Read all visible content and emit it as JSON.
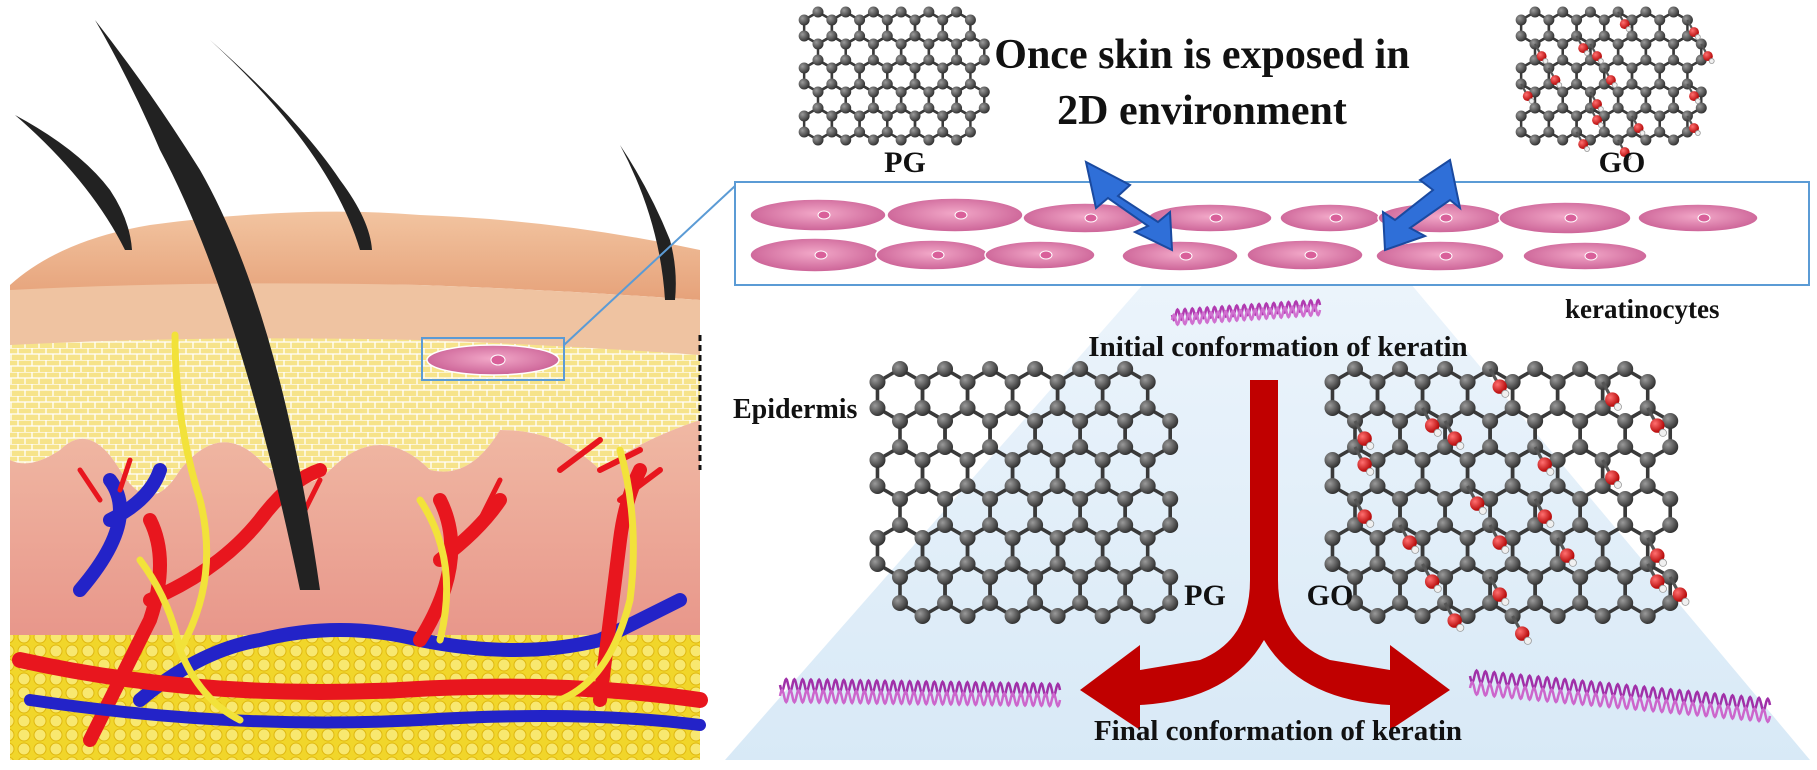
{
  "title": {
    "line1": "Once skin is exposed in",
    "line2": "2D environment"
  },
  "labels": {
    "pg_top": "PG",
    "go_top": "GO",
    "keratinocytes": "keratinocytes",
    "epidermis": "Epidermis",
    "initial_conformation": "Initial conformation  of keratin",
    "final_conformation": "Final conformation  of keratin",
    "pg_arrow": "PG",
    "go_arrow": "GO"
  },
  "colors": {
    "artery": "#e8161e",
    "vein": "#2323c8",
    "nerve": "#f2e23a",
    "cell": "#d97aa6",
    "inset_border": "#5b9bd5",
    "arrow": "#c00000",
    "lightning": "#2f6fd8",
    "keratin": "#b03ab0",
    "carbon": "#4a4a4a",
    "oxygen": "#d42020"
  }
}
